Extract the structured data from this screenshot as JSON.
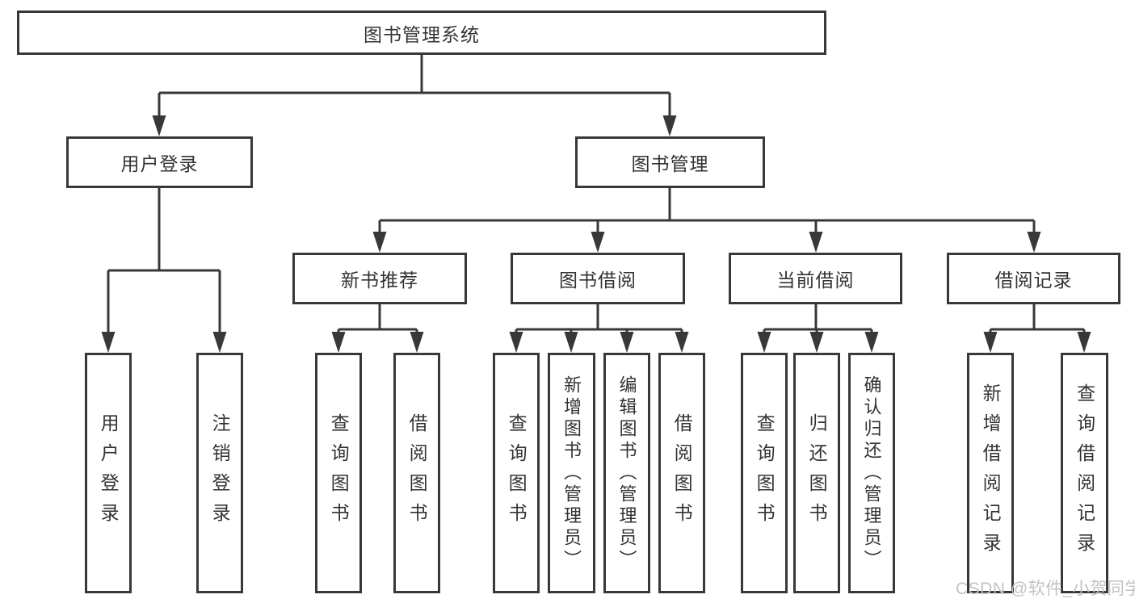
{
  "diagram": {
    "root": "图书管理系统",
    "level2": [
      "用户登录",
      "图书管理"
    ],
    "level3": [
      "新书推荐",
      "图书借阅",
      "当前借阅",
      "借阅记录"
    ],
    "leaves": [
      "用户登录",
      "注销登录",
      "查询图书",
      "借阅图书",
      "查询图书",
      "新增图书（管理员）",
      "编辑图书（管理员）",
      "借阅图书",
      "查询图书",
      "归还图书",
      "确认归还（管理员）",
      "新增借阅记录",
      "查询借阅记录"
    ]
  },
  "watermark": "CSDN @软件_小贺同学",
  "colors": {
    "line": "#383838",
    "text": "#333333",
    "watermark": "#c2c2c2",
    "background": "#ffffff"
  }
}
